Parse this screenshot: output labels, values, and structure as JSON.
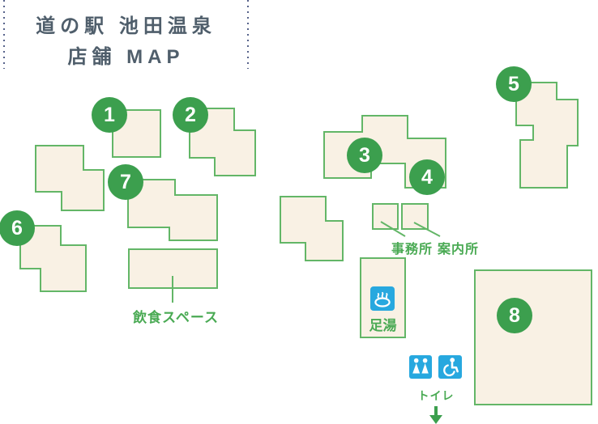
{
  "title": {
    "line1": "道の駅 池田温泉",
    "line2": "店舗 MAP"
  },
  "markers": [
    "1",
    "2",
    "3",
    "4",
    "5",
    "6",
    "7",
    "8"
  ],
  "labels": {
    "dining": "飲食スペース",
    "office": "事務所",
    "information": "案内所",
    "footbath": "足湯",
    "toilet": "トイレ"
  },
  "icons": {
    "footbath": "hot-spring-icon",
    "toilet_left": "restroom-icon",
    "toilet_right": "wheelchair-icon",
    "toilet_direction": "down-arrow-icon"
  },
  "colors": {
    "marker_green": "#3c9f4e",
    "building_stroke": "#63b667",
    "building_fill": "#f9f1e4",
    "label_green": "#4aaa54",
    "icon_blue": "#27a8df",
    "title_text": "#4f5e6b",
    "dotted_border": "#56628a"
  }
}
